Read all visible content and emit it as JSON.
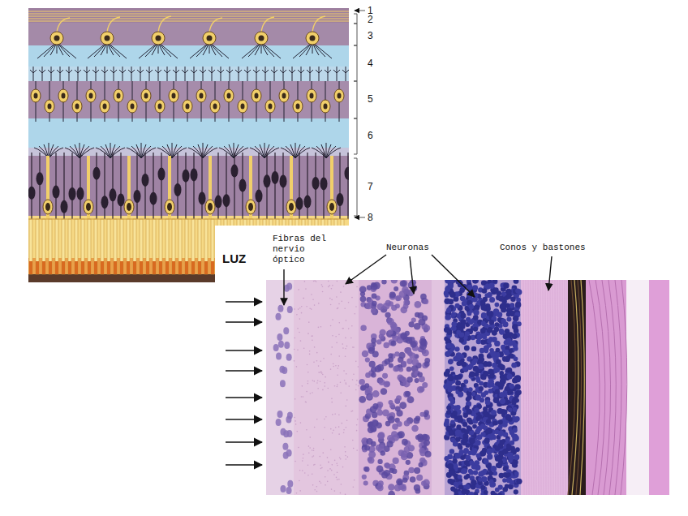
{
  "diagram": {
    "labels": [
      "1",
      "2",
      "3",
      "4",
      "5",
      "6",
      "7",
      "8",
      "LUZ",
      "Fibras del nervio óptico",
      "Neuronas",
      "Conos y bastones"
    ]
  }
}
